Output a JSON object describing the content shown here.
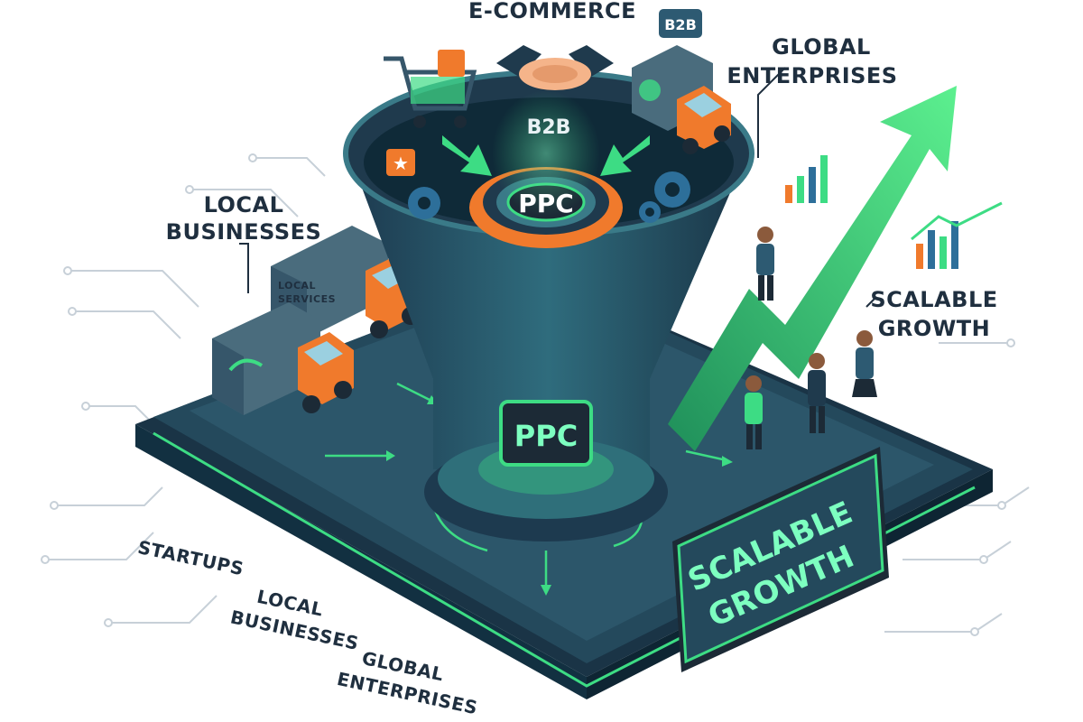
{
  "labels": {
    "ecommerce": "E-COMMERCE",
    "b2b_tag": "B2B",
    "b2b_funnel": "B2B",
    "global_enterprises_top_1": "GLOBAL",
    "global_enterprises_top_2": "ENTERPRISES",
    "local_businesses_left_1": "LOCAL",
    "local_businesses_left_2": "BUSINESSES",
    "local_services_1": "LOCAL",
    "local_services_2": "SERVICES",
    "ppc_top": "PPC",
    "ppc_bottom": "PPC",
    "scalable_growth_right_1": "SCALABLE",
    "scalable_growth_right_2": "GROWTH",
    "scalable_growth_sign_1": "SCALABLE",
    "scalable_growth_sign_2": "GROWTH",
    "startups": "STARTUPS",
    "local_businesses_bottom_1": "LOCAL",
    "local_businesses_bottom_2": "BUSINESSES",
    "global_enterprises_bottom_1": "GLOBAL",
    "global_enterprises_bottom_2": "ENTERPRISES"
  },
  "colors": {
    "navy": "#1f3a4d",
    "teal": "#2f6f7a",
    "green": "#3ddc84",
    "orange": "#f07a2c",
    "dark": "#1c2a36"
  },
  "icons": [
    "shopping-cart-icon",
    "handshake-icon",
    "delivery-truck-icon",
    "gear-icon",
    "star-icon",
    "bar-chart-icon",
    "growth-arrow-icon"
  ]
}
